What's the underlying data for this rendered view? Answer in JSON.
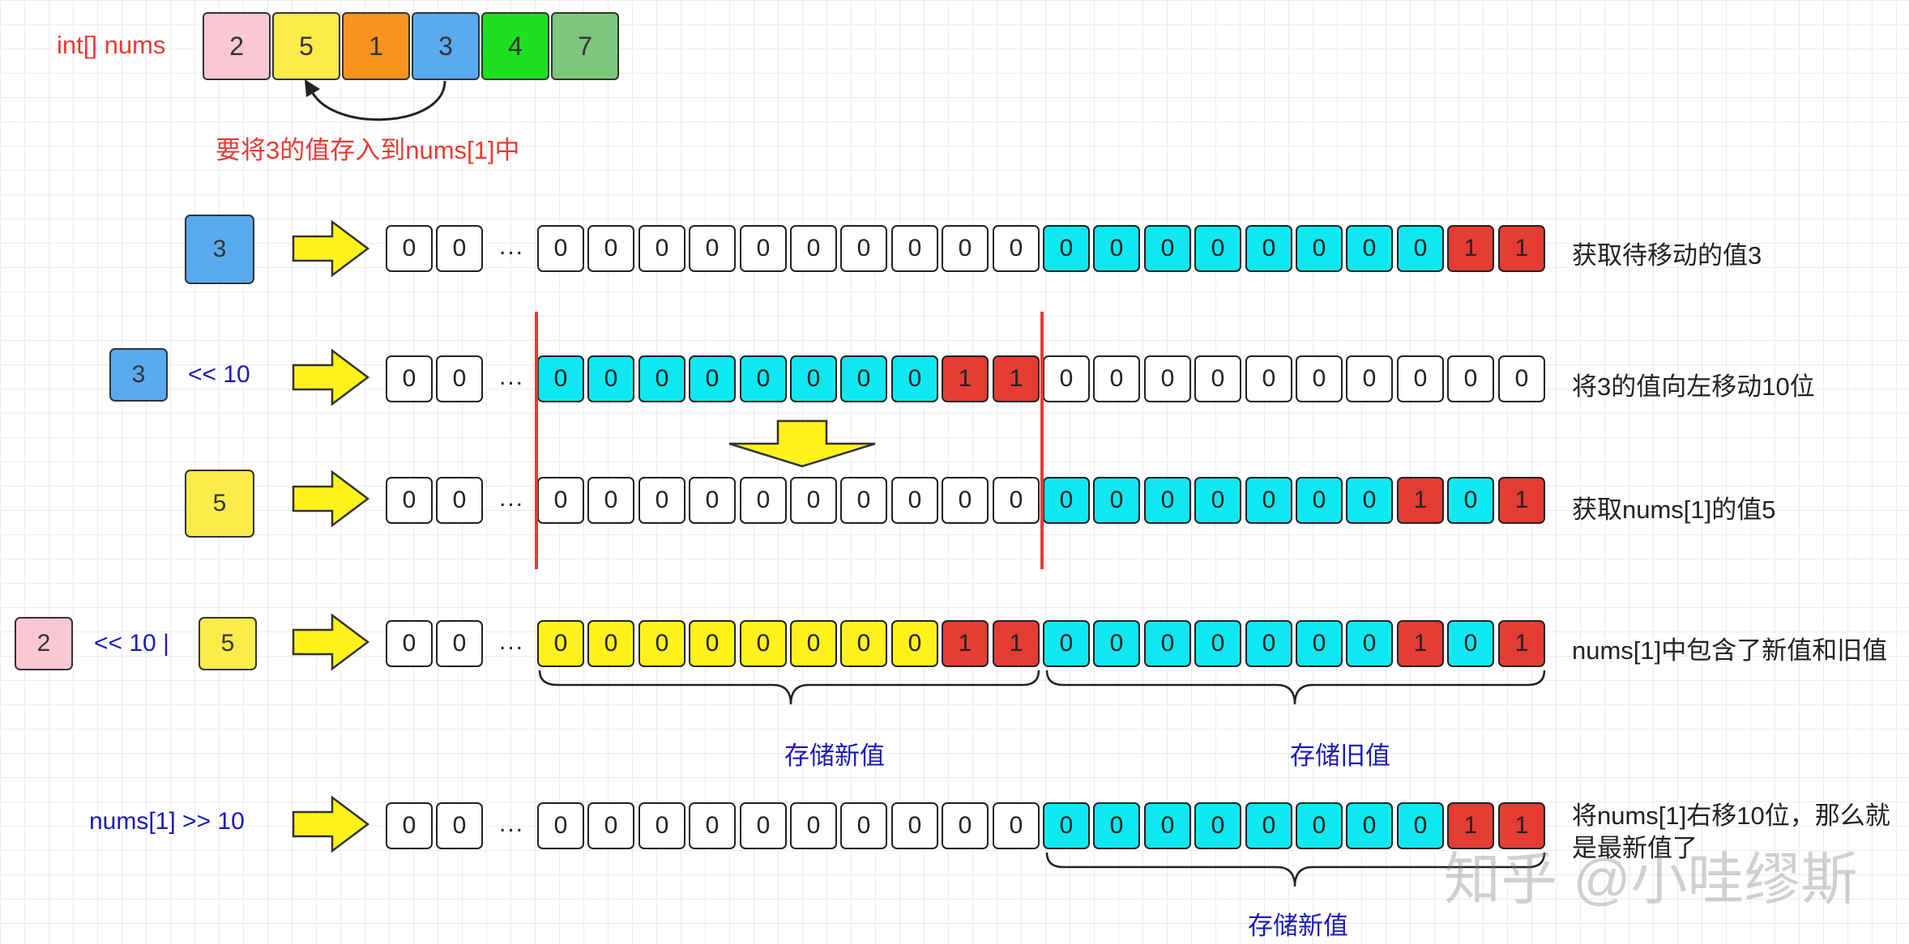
{
  "header": {
    "label": "int[] nums",
    "cells": [
      {
        "value": "2",
        "color": "#f9c8d4"
      },
      {
        "value": "5",
        "color": "#fbeb4b"
      },
      {
        "value": "1",
        "color": "#f7931e"
      },
      {
        "value": "3",
        "color": "#5aaaef"
      },
      {
        "value": "4",
        "color": "#1fe01f"
      },
      {
        "value": "7",
        "color": "#7dc67d"
      }
    ],
    "note": "要将3的值存入到nums[1]中"
  },
  "colors": {
    "red": "#e53c34",
    "cyan": "#0fe8f0",
    "yellow": "#fff21a",
    "white": "#ffffff",
    "blue": "#5aaaef",
    "pink": "#f9c8d4",
    "label_blue": "#1a1ab8"
  },
  "rows": [
    {
      "operand": "3",
      "operand_color": "#5aaaef",
      "expr": "",
      "prefix": [
        "0",
        "0"
      ],
      "ellipsis": "...",
      "bits": [
        "0",
        "0",
        "0",
        "0",
        "0",
        "0",
        "0",
        "0",
        "0",
        "0",
        "0",
        "0",
        "0",
        "0",
        "0",
        "0",
        "0",
        "0",
        "1",
        "1"
      ],
      "bit_colors": [
        "white",
        "white",
        "white",
        "white",
        "white",
        "white",
        "white",
        "white",
        "white",
        "white",
        "cyan",
        "cyan",
        "cyan",
        "cyan",
        "cyan",
        "cyan",
        "cyan",
        "cyan",
        "red",
        "red"
      ],
      "desc": "获取待移动的值3"
    },
    {
      "operand": "3",
      "operand_color": "#5aaaef",
      "expr": "<< 10",
      "prefix": [
        "0",
        "0"
      ],
      "ellipsis": "...",
      "bits": [
        "0",
        "0",
        "0",
        "0",
        "0",
        "0",
        "0",
        "0",
        "1",
        "1",
        "0",
        "0",
        "0",
        "0",
        "0",
        "0",
        "0",
        "0",
        "0",
        "0"
      ],
      "bit_colors": [
        "cyan",
        "cyan",
        "cyan",
        "cyan",
        "cyan",
        "cyan",
        "cyan",
        "cyan",
        "red",
        "red",
        "white",
        "white",
        "white",
        "white",
        "white",
        "white",
        "white",
        "white",
        "white",
        "white"
      ],
      "desc": "将3的值向左移动10位"
    },
    {
      "operand": "5",
      "operand_color": "#fbeb4b",
      "expr": "",
      "prefix": [
        "0",
        "0"
      ],
      "ellipsis": "...",
      "bits": [
        "0",
        "0",
        "0",
        "0",
        "0",
        "0",
        "0",
        "0",
        "0",
        "0",
        "0",
        "0",
        "0",
        "0",
        "0",
        "0",
        "0",
        "1",
        "0",
        "1"
      ],
      "bit_colors": [
        "white",
        "white",
        "white",
        "white",
        "white",
        "white",
        "white",
        "white",
        "white",
        "white",
        "cyan",
        "cyan",
        "cyan",
        "cyan",
        "cyan",
        "cyan",
        "cyan",
        "red",
        "cyan",
        "red"
      ],
      "desc": "获取nums[1]的值5"
    },
    {
      "operand_left": "2",
      "operand_left_color": "#f9c8d4",
      "expr": "<< 10 |",
      "operand": "5",
      "operand_color": "#fbeb4b",
      "prefix": [
        "0",
        "0"
      ],
      "ellipsis": "...",
      "bits": [
        "0",
        "0",
        "0",
        "0",
        "0",
        "0",
        "0",
        "0",
        "1",
        "1",
        "0",
        "0",
        "0",
        "0",
        "0",
        "0",
        "0",
        "1",
        "0",
        "1"
      ],
      "bit_colors": [
        "yellow",
        "yellow",
        "yellow",
        "yellow",
        "yellow",
        "yellow",
        "yellow",
        "yellow",
        "red",
        "red",
        "cyan",
        "cyan",
        "cyan",
        "cyan",
        "cyan",
        "cyan",
        "cyan",
        "red",
        "cyan",
        "red"
      ],
      "desc": "nums[1]中包含了新值和旧值",
      "brace_left_label": "存储新值",
      "brace_right_label": "存储旧值"
    },
    {
      "expr": "nums[1] >> 10",
      "prefix": [
        "0",
        "0"
      ],
      "ellipsis": "...",
      "bits": [
        "0",
        "0",
        "0",
        "0",
        "0",
        "0",
        "0",
        "0",
        "0",
        "0",
        "0",
        "0",
        "0",
        "0",
        "0",
        "0",
        "0",
        "0",
        "1",
        "1"
      ],
      "bit_colors": [
        "white",
        "white",
        "white",
        "white",
        "white",
        "white",
        "white",
        "white",
        "white",
        "white",
        "cyan",
        "cyan",
        "cyan",
        "cyan",
        "cyan",
        "cyan",
        "cyan",
        "cyan",
        "red",
        "red"
      ],
      "desc_line1": "将nums[1]右移10位，那么就",
      "desc_line2": "是最新值了",
      "brace_right_label": "存储新值"
    }
  ],
  "watermark": "知乎 @小哇缪斯"
}
